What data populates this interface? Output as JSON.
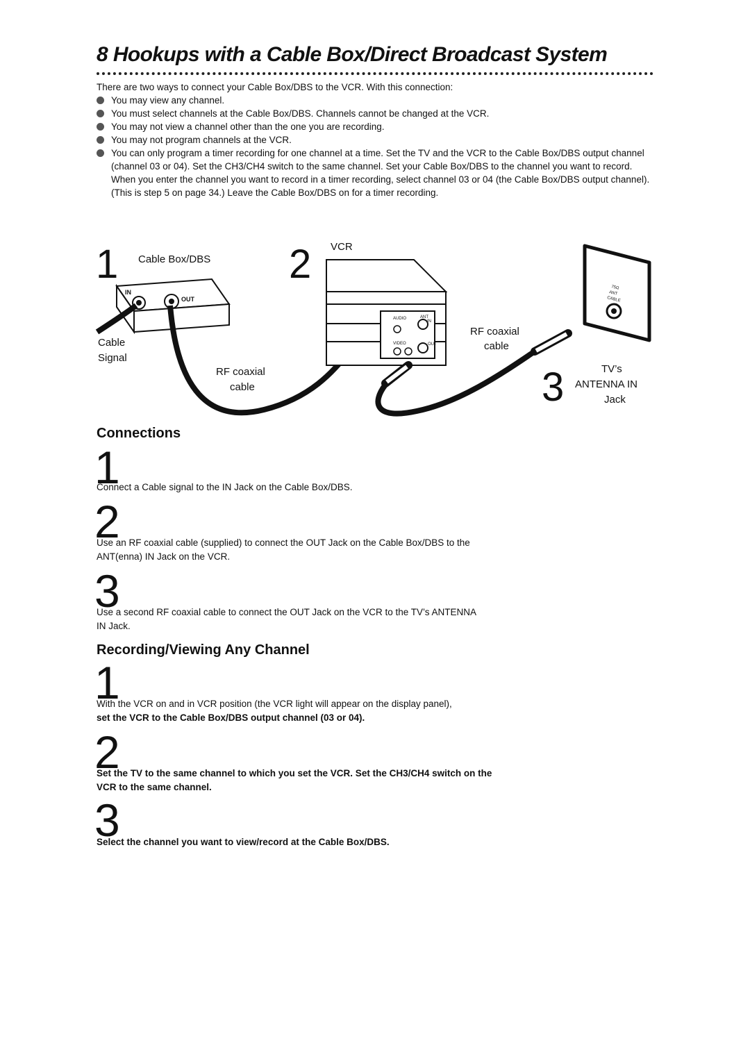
{
  "page": {
    "title": "8  Hookups with a Cable Box/Direct Broadcast System"
  },
  "intro": {
    "lead": "There are two ways to connect your Cable Box/DBS to the VCR. With this connection:",
    "bullets": [
      "You may view any channel.",
      "You must select channels at the Cable Box/DBS. Channels cannot be changed at the VCR.",
      "You may not view a channel other than the one you are recording.",
      "You may not program channels at the VCR.",
      "You can only program a timer recording for one channel at a time. Set the TV and the VCR to the Cable Box/DBS output channel (channel 03 or 04). Set the CH3/CH4 switch to the same channel. Set your Cable Box/DBS to the channel you want to record. When you enter the channel you want to record in a timer recording, select channel 03 or 04 (the Cable Box/DBS output channel). (This is step 5 on page 34.) Leave the Cable Box/DBS on for a timer recording."
    ]
  },
  "diagram": {
    "step1_num": "1",
    "step1_label": "Cable Box/DBS",
    "box_in": "IN",
    "box_out": "OUT",
    "cable_signal_line1": "Cable",
    "cable_signal_line2": "Signal",
    "rf1_line1": "RF coaxial",
    "rf1_line2": "cable",
    "step2_num": "2",
    "step2_label": "VCR",
    "vcr_audio": "AUDIO",
    "vcr_ant": "ANT",
    "vcr_in": "IN",
    "vcr_video": "VIDEO",
    "vcr_out": "OUT",
    "rf2_line1": "RF coaxial",
    "rf2_line2": "cable",
    "step3_num": "3",
    "tv_line1": "TV’s",
    "tv_line2": "ANTENNA IN",
    "tv_line3": "Jack",
    "jack_label1": "75Ω",
    "jack_label2": "ANT",
    "jack_label3": "CABLE"
  },
  "connections": {
    "heading": "Connections",
    "steps": [
      {
        "num": "1",
        "text": "Connect a Cable signal to the IN Jack on the Cable Box/DBS."
      },
      {
        "num": "2",
        "text": "Use an RF coaxial cable (supplied) to connect the OUT Jack on the Cable Box/DBS to the ANT(enna) IN Jack on the VCR."
      },
      {
        "num": "3",
        "text": "Use a second RF coaxial cable to connect the OUT Jack on the VCR to the TV’s ANTENNA IN Jack."
      }
    ]
  },
  "recording": {
    "heading": "Recording/Viewing Any Channel",
    "steps": [
      {
        "num": "1",
        "text": "With the VCR on and in VCR position (the VCR light will appear on the display panel),",
        "bold": "set the VCR to the Cable Box/DBS output channel (03 or 04)."
      },
      {
        "num": "2",
        "bold": "Set the TV to the same channel to which you set the VCR. Set the CH3/CH4 switch on the VCR to the same channel."
      },
      {
        "num": "3",
        "bold": "Select the channel you want to view/record at the Cable Box/DBS."
      }
    ]
  }
}
